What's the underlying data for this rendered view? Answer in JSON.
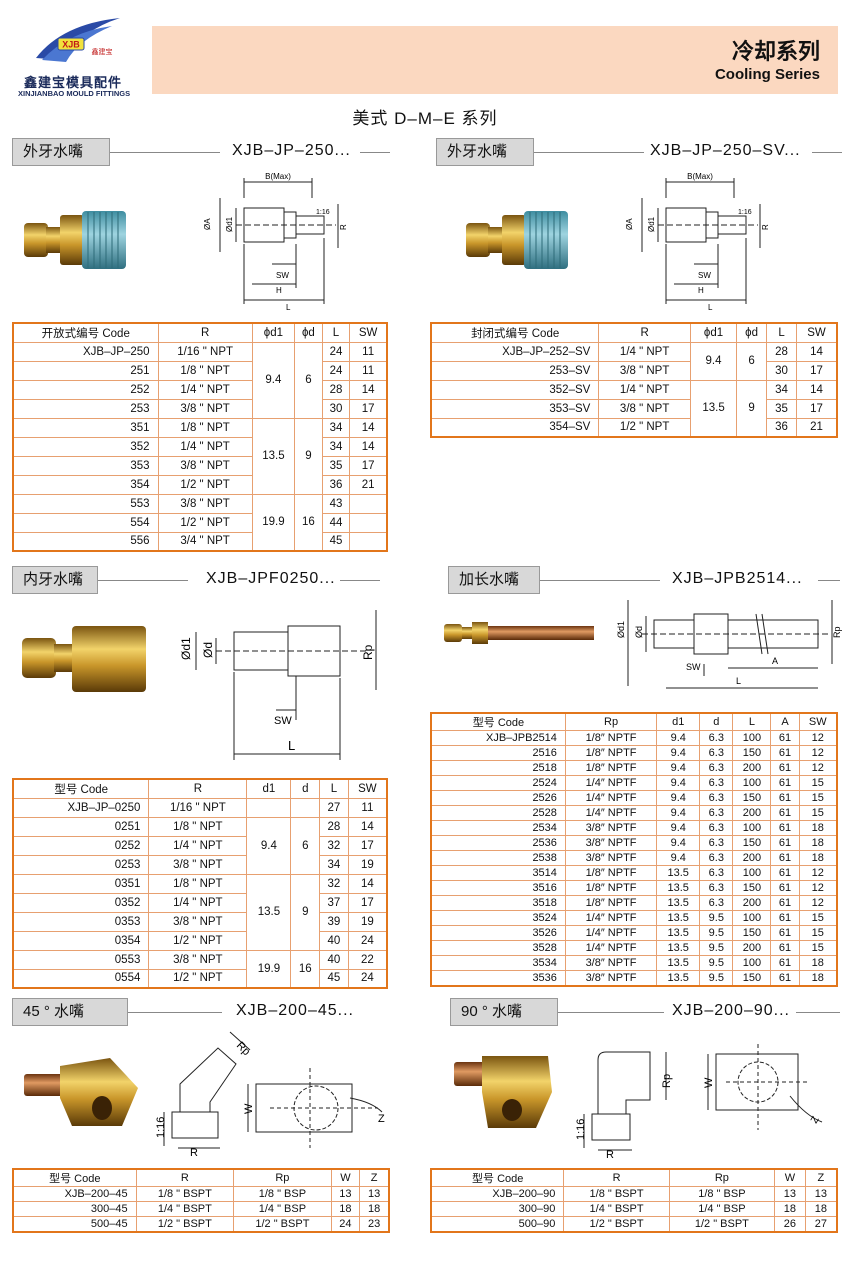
{
  "brand": {
    "badge": "XJB",
    "badge_cn": "鑫建宝",
    "name_cn": "鑫建宝模具配件",
    "name_en": "XINJIANBAO MOULD FITTINGS"
  },
  "header": {
    "title_cn": "冷却系列",
    "title_en": "Cooling Series"
  },
  "series_title": "美式 D–M–E 系列",
  "colors": {
    "header_band": "#fbd8c0",
    "table_border": "#e2761b",
    "label_bg": "#d8d8d8"
  },
  "sections": {
    "s1": {
      "label": "外牙水嘴",
      "code": "XJB–JP–250..."
    },
    "s2": {
      "label": "外牙水嘴",
      "code": "XJB–JP–250–SV..."
    },
    "s3": {
      "label": "内牙水嘴",
      "code": "XJB–JPF0250..."
    },
    "s4": {
      "label": "加长水嘴",
      "code": "XJB–JPB2514..."
    },
    "s5": {
      "label": "45 ° 水嘴",
      "code": "XJB–200–45..."
    },
    "s6": {
      "label": "90 ° 水嘴",
      "code": "XJB–200–90..."
    }
  },
  "drawing_labels": {
    "bmax": "B(Max)",
    "a": "ØA",
    "d1": "Ød1",
    "d": "Ød",
    "r": "R",
    "sw": "SW",
    "h": "H",
    "l": "L",
    "ratio": "1:16",
    "rp": "Rp",
    "aa": "A",
    "w": "W",
    "z": "Z"
  },
  "t1": {
    "headers": [
      "开放式编号 Code",
      "R",
      "ϕd1",
      "ϕd",
      "L",
      "SW"
    ],
    "rows": [
      [
        "XJB–JP–250",
        "1/16 \" NPT",
        "24",
        "11"
      ],
      [
        "251",
        "1/8 \" NPT",
        "24",
        "11"
      ],
      [
        "252",
        "1/4 \" NPT",
        "28",
        "14"
      ],
      [
        "253",
        "3/8 \" NPT",
        "30",
        "17"
      ],
      [
        "351",
        "1/8 \" NPT",
        "34",
        "14"
      ],
      [
        "352",
        "1/4 \" NPT",
        "34",
        "14"
      ],
      [
        "353",
        "3/8 \" NPT",
        "35",
        "17"
      ],
      [
        "354",
        "1/2 \" NPT",
        "36",
        "21"
      ],
      [
        "553",
        "3/8 \" NPT",
        "43",
        ""
      ],
      [
        "554",
        "1/2 \" NPT",
        "44",
        ""
      ],
      [
        "556",
        "3/4 \" NPT",
        "45",
        ""
      ]
    ],
    "groups": [
      [
        "9.4",
        "6"
      ],
      [
        "13.5",
        "9"
      ],
      [
        "19.9",
        "16"
      ]
    ]
  },
  "t2": {
    "headers": [
      "封闭式编号 Code",
      "R",
      "ϕd1",
      "ϕd",
      "L",
      "SW"
    ],
    "rows": [
      [
        "XJB–JP–252–SV",
        "1/4 \" NPT",
        "28",
        "14"
      ],
      [
        "253–SV",
        "3/8 \" NPT",
        "30",
        "17"
      ],
      [
        "352–SV",
        "1/4 \" NPT",
        "34",
        "14"
      ],
      [
        "353–SV",
        "3/8 \" NPT",
        "35",
        "17"
      ],
      [
        "354–SV",
        "1/2 \" NPT",
        "36",
        "21"
      ]
    ],
    "groups": [
      [
        "9.4",
        "6"
      ],
      [
        "13.5",
        "9"
      ]
    ]
  },
  "t3": {
    "headers": [
      "型号 Code",
      "R",
      "d1",
      "d",
      "L",
      "SW"
    ],
    "rows": [
      [
        "XJB–JP–0250",
        "1/16 \" NPT",
        "27",
        "11"
      ],
      [
        "0251",
        "1/8 \" NPT",
        "28",
        "14"
      ],
      [
        "0252",
        "1/4 \" NPT",
        "32",
        "17"
      ],
      [
        "0253",
        "3/8 \" NPT",
        "34",
        "19"
      ],
      [
        "0351",
        "1/8 \" NPT",
        "32",
        "14"
      ],
      [
        "0352",
        "1/4 \" NPT",
        "37",
        "17"
      ],
      [
        "0353",
        "3/8 \" NPT",
        "39",
        "19"
      ],
      [
        "0354",
        "1/2 \" NPT",
        "40",
        "24"
      ],
      [
        "0553",
        "3/8 \" NPT",
        "40",
        "22"
      ],
      [
        "0554",
        "1/2 \" NPT",
        "45",
        "24"
      ]
    ],
    "groups": [
      [
        "",
        ""
      ],
      [
        "9.4",
        "6"
      ],
      [
        "13.5",
        "9"
      ],
      [
        "19.9",
        "16"
      ]
    ]
  },
  "t4": {
    "headers": [
      "型号 Code",
      "Rp",
      "d1",
      "d",
      "L",
      "A",
      "SW"
    ],
    "rows": [
      [
        "XJB–JPB2514",
        "1/8″ NPTF",
        "9.4",
        "6.3",
        "100",
        "61",
        "12"
      ],
      [
        "2516",
        "1/8″ NPTF",
        "9.4",
        "6.3",
        "150",
        "61",
        "12"
      ],
      [
        "2518",
        "1/8″ NPTF",
        "9.4",
        "6.3",
        "200",
        "61",
        "12"
      ],
      [
        "2524",
        "1/4″ NPTF",
        "9.4",
        "6.3",
        "100",
        "61",
        "15"
      ],
      [
        "2526",
        "1/4″ NPTF",
        "9.4",
        "6.3",
        "150",
        "61",
        "15"
      ],
      [
        "2528",
        "1/4″ NPTF",
        "9.4",
        "6.3",
        "200",
        "61",
        "15"
      ],
      [
        "2534",
        "3/8″ NPTF",
        "9.4",
        "6.3",
        "100",
        "61",
        "18"
      ],
      [
        "2536",
        "3/8″ NPTF",
        "9.4",
        "6.3",
        "150",
        "61",
        "18"
      ],
      [
        "2538",
        "3/8″ NPTF",
        "9.4",
        "6.3",
        "200",
        "61",
        "18"
      ],
      [
        "3514",
        "1/8″ NPTF",
        "13.5",
        "6.3",
        "100",
        "61",
        "12"
      ],
      [
        "3516",
        "1/8″ NPTF",
        "13.5",
        "6.3",
        "150",
        "61",
        "12"
      ],
      [
        "3518",
        "1/8″ NPTF",
        "13.5",
        "6.3",
        "200",
        "61",
        "12"
      ],
      [
        "3524",
        "1/4″ NPTF",
        "13.5",
        "9.5",
        "100",
        "61",
        "15"
      ],
      [
        "3526",
        "1/4″ NPTF",
        "13.5",
        "9.5",
        "150",
        "61",
        "15"
      ],
      [
        "3528",
        "1/4″ NPTF",
        "13.5",
        "9.5",
        "200",
        "61",
        "15"
      ],
      [
        "3534",
        "3/8″ NPTF",
        "13.5",
        "9.5",
        "100",
        "61",
        "18"
      ],
      [
        "3536",
        "3/8″ NPTF",
        "13.5",
        "9.5",
        "150",
        "61",
        "18"
      ]
    ]
  },
  "t5": {
    "headers": [
      "型号 Code",
      "R",
      "Rp",
      "W",
      "Z"
    ],
    "rows": [
      [
        "XJB–200–45",
        "1/8 \" BSPT",
        "1/8 \" BSP",
        "13",
        "13"
      ],
      [
        "300–45",
        "1/4 \" BSPT",
        "1/4 \" BSP",
        "18",
        "18"
      ],
      [
        "500–45",
        "1/2 \" BSPT",
        "1/2 \" BSPT",
        "24",
        "23"
      ]
    ]
  },
  "t6": {
    "headers": [
      "型号 Code",
      "R",
      "Rp",
      "W",
      "Z"
    ],
    "rows": [
      [
        "XJB–200–90",
        "1/8 \" BSPT",
        "1/8 \" BSP",
        "13",
        "13"
      ],
      [
        "300–90",
        "1/4 \" BSPT",
        "1/4 \" BSP",
        "18",
        "18"
      ],
      [
        "500–90",
        "1/2 \" BSPT",
        "1/2 \" BSPT",
        "26",
        "27"
      ]
    ]
  }
}
